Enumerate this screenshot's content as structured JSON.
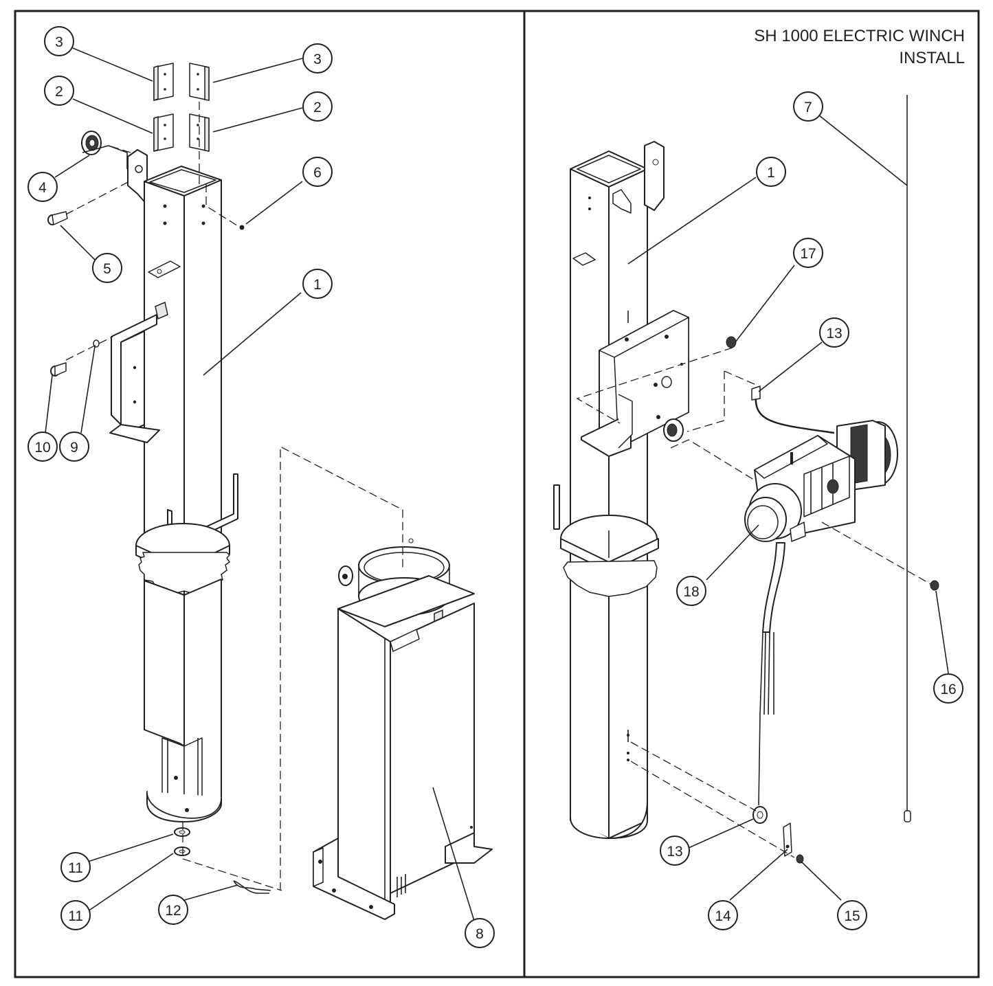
{
  "title": {
    "line1": "SH 1000 ELECTRIC WINCH",
    "line2": "INSTALL"
  },
  "callouts": {
    "left": [
      {
        "id": "l3a",
        "label": "3"
      },
      {
        "id": "l3b",
        "label": "3"
      },
      {
        "id": "l2a",
        "label": "2"
      },
      {
        "id": "l2b",
        "label": "2"
      },
      {
        "id": "l4",
        "label": "4"
      },
      {
        "id": "l6",
        "label": "6"
      },
      {
        "id": "l5",
        "label": "5"
      },
      {
        "id": "l1",
        "label": "1"
      },
      {
        "id": "l10",
        "label": "10"
      },
      {
        "id": "l9",
        "label": "9"
      },
      {
        "id": "l11a",
        "label": "11"
      },
      {
        "id": "l11b",
        "label": "11"
      },
      {
        "id": "l12",
        "label": "12"
      },
      {
        "id": "l8",
        "label": "8"
      }
    ],
    "right": [
      {
        "id": "r7",
        "label": "7"
      },
      {
        "id": "r1",
        "label": "1"
      },
      {
        "id": "r17",
        "label": "17"
      },
      {
        "id": "r13a",
        "label": "13"
      },
      {
        "id": "r18",
        "label": "18"
      },
      {
        "id": "r16",
        "label": "16"
      },
      {
        "id": "r13b",
        "label": "13"
      },
      {
        "id": "r14",
        "label": "14"
      },
      {
        "id": "r15",
        "label": "15"
      }
    ]
  }
}
